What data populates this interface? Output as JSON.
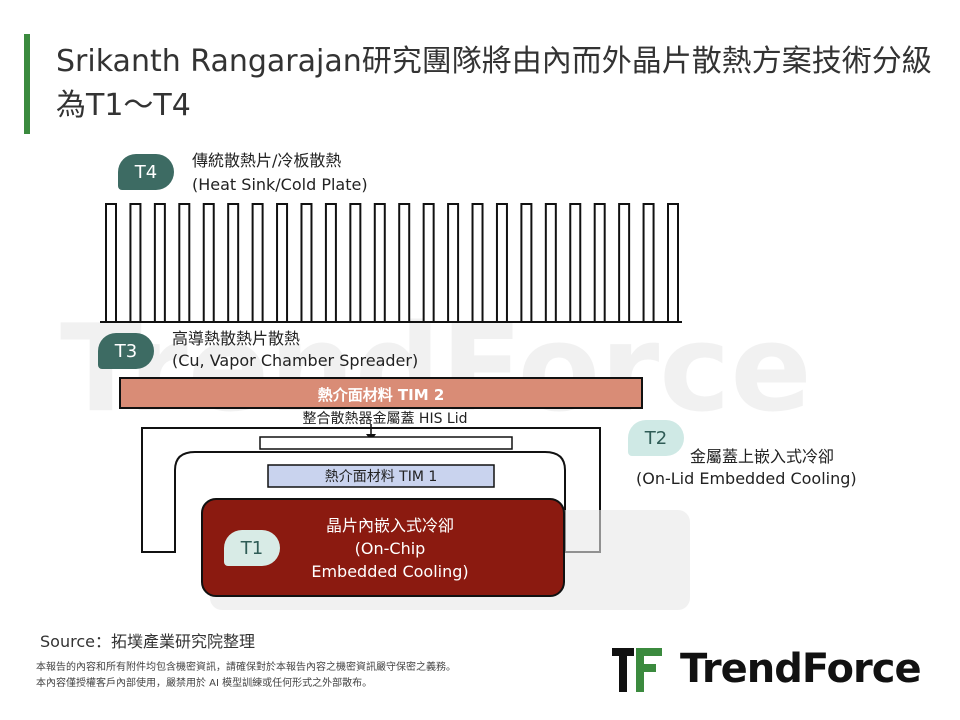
{
  "title": "Srikanth Rangarajan研究團隊將由內而外晶片散熱方案技術分級為T1～T4",
  "watermark": "TrendForce",
  "tiers": {
    "t4": {
      "badge": "T4",
      "label_zh": "傳統散熱片/冷板散熱",
      "label_en": "(Heat Sink/Cold Plate)"
    },
    "t3": {
      "badge": "T3",
      "label_zh": "高導熱散熱片散熱",
      "label_en": "(Cu, Vapor Chamber Spreader)"
    },
    "t2": {
      "badge": "T2",
      "label_zh": "金屬蓋上嵌入式冷卻",
      "label_en": "(On-Lid Embedded Cooling)"
    },
    "t1": {
      "badge": "T1",
      "label_zh": "晶片內嵌入式冷卻",
      "label_en_1": "(On-Chip",
      "label_en_2": "Embedded Cooling)"
    }
  },
  "layers": {
    "tim2": "熱介面材料 TIM 2",
    "his_lid": "整合散熱器金屬蓋 HIS Lid",
    "tim1": "熱介面材料 TIM 1"
  },
  "colors": {
    "badge": "#3d6b63",
    "tim2": "#d98c76",
    "tim1": "#c9d3ee",
    "chip": "#8b1a10",
    "accent": "#3b8a3e"
  },
  "footer": {
    "source": "Source：拓墣產業研究院整理",
    "note1": "本報告的內容和所有附件均包含機密資訊，請確保對於本報告內容之機密資訊嚴守保密之義務。",
    "note2": "本內容僅授權客戶內部使用，嚴禁用於 AI 模型訓練或任何形式之外部散布。",
    "brand": "TrendForce"
  }
}
